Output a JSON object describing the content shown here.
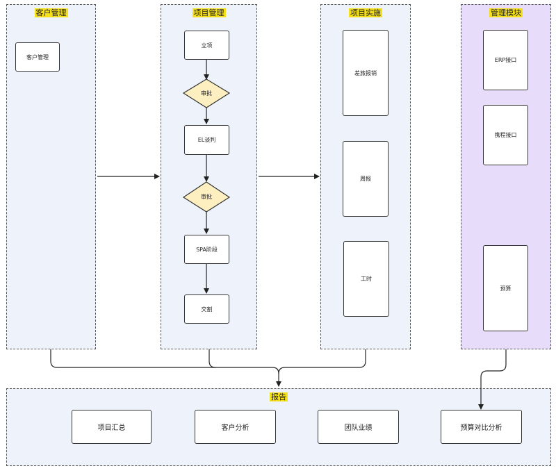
{
  "lanes": {
    "customer": {
      "title": "客户管理",
      "items": [
        "客户管理"
      ]
    },
    "project": {
      "title": "项目管理",
      "items": [
        "立项",
        "审批",
        "EL谈判",
        "审批",
        "SPA阶段",
        "交割"
      ]
    },
    "implementation": {
      "title": "项目实施",
      "items": [
        "差旅报销",
        "周报",
        "工时"
      ]
    },
    "management": {
      "title": "管理模块",
      "items": [
        "ERP接口",
        "携程接口",
        "预算"
      ]
    }
  },
  "report": {
    "title": "报告",
    "items": [
      "项目汇总",
      "客户分析",
      "团队业绩",
      "预算对比分析"
    ]
  },
  "colors": {
    "lane_fill": "#eef2fb",
    "management_fill": "#e7ddfb",
    "title_highlight": "#f5e01c",
    "diamond_fill": "#fdefc0"
  }
}
